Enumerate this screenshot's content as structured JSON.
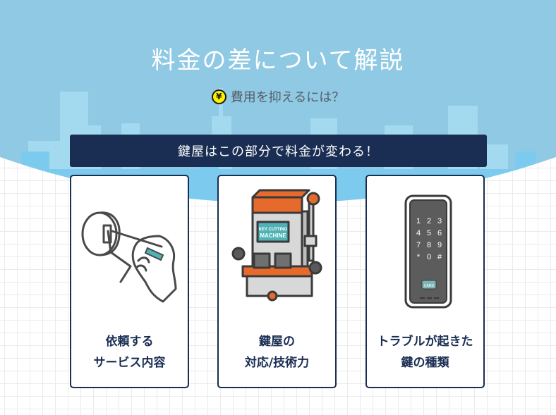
{
  "header": {
    "title": "料金の差について解説",
    "subtitle_icon": "yen-coin-icon",
    "subtitle_icon_glyph": "¥",
    "subtitle": "費用を抑えるには？"
  },
  "banner": {
    "text": "鍵屋はこの部分で料金が変わる！"
  },
  "cards": [
    {
      "icon": "lock-picking-hand-icon",
      "line1": "依頼する",
      "line2": "サービス内容"
    },
    {
      "icon": "key-cutting-machine-icon",
      "machine_label_1": "KEY CUTTING",
      "machine_label_2": "MACHINE",
      "line1": "鍵屋の",
      "line2": "対応/技術力"
    },
    {
      "icon": "digital-keypad-lock-icon",
      "keys": [
        "1",
        "2",
        "3",
        "4",
        "5",
        "6",
        "7",
        "8",
        "9",
        "＊",
        "0",
        "#"
      ],
      "card_label": "CARD",
      "line1": "トラブルが起きた",
      "line2": "鍵の種類"
    }
  ],
  "colors": {
    "sky": "#8fc9e4",
    "building_light": "#a4daf0",
    "building_mid": "#7ccbee",
    "navy": "#1a2d52",
    "orange": "#e66a2c",
    "teal": "#4fb3b5",
    "yen_yellow": "#fff000"
  }
}
